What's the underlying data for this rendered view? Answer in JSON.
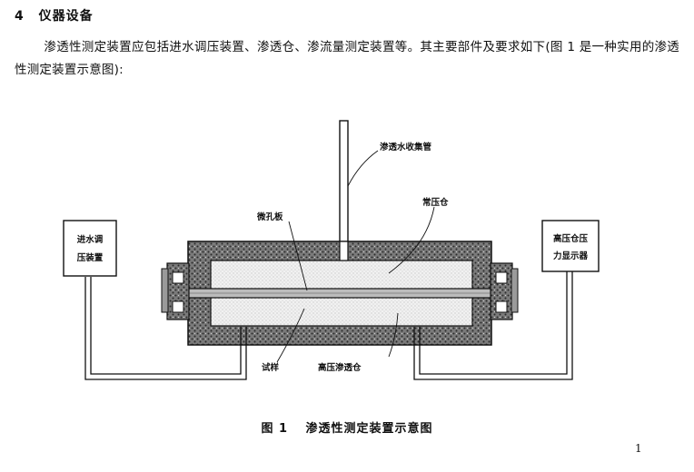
{
  "section": {
    "number": "4",
    "title": "仪器设备"
  },
  "paragraph": "渗透性测定装置应包括进水调压装置、渗透仓、渗流量测定装置等。其主要部件及要求如下(图 1 是一种实用的渗透性测定装置示意图):",
  "diagram": {
    "labels": {
      "collection_tube": "渗透水收集管",
      "micro_plate": "微孔板",
      "normal_chamber": "常压仓",
      "inlet_device_line1": "进水调",
      "inlet_device_line2": "压装置",
      "pressure_display_line1": "高压仓压",
      "pressure_display_line2": "力显示器",
      "specimen": "试样",
      "high_chamber": "高压渗透仓"
    }
  },
  "caption": {
    "figure": "图 1",
    "text": "渗透性测定装置示意图"
  },
  "page_number": "1"
}
